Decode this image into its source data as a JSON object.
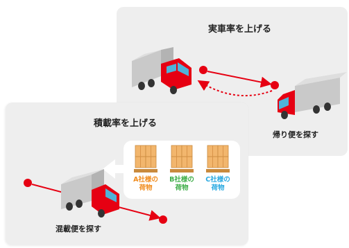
{
  "top_panel": {
    "title": "実車率を上げる",
    "caption": "帰り便を探す"
  },
  "bottom_panel": {
    "title": "積載率を上げる",
    "caption": "混載便を探す",
    "cargo": [
      {
        "line1": "A社様の",
        "line2": "荷物",
        "color": "#f08c1e"
      },
      {
        "line1": "B社様の",
        "line2": "荷物",
        "color": "#3fae49"
      },
      {
        "line1": "C社様の",
        "line2": "荷物",
        "color": "#29a9e1"
      }
    ]
  },
  "colors": {
    "accent_red": "#e60012",
    "truck_body": "#bdbdbd",
    "cab_window": "#4fb3d9",
    "panel_bg": "#eeeeee"
  }
}
